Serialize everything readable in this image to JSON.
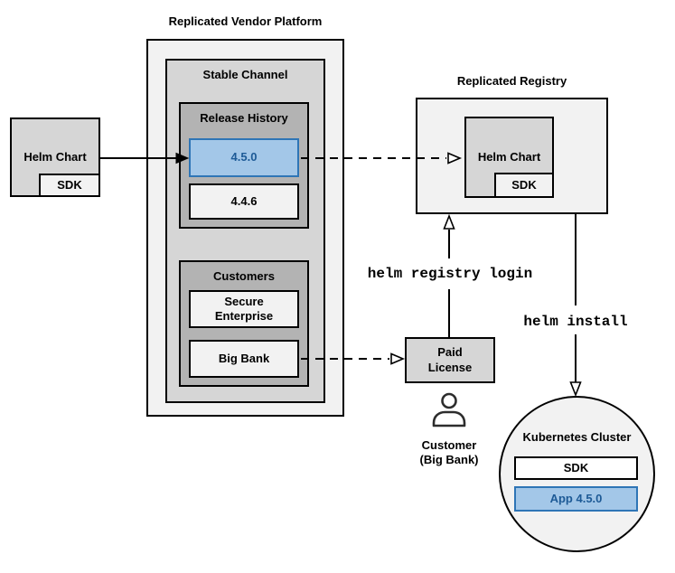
{
  "colors": {
    "box_light": "#f2f2f2",
    "box_mid": "#d6d6d6",
    "box_dark": "#b3b3b3",
    "highlight_fill": "#a3c7e8",
    "highlight_border": "#2e75b6",
    "highlight_text": "#1d5a96",
    "line": "#000000"
  },
  "platform": {
    "title": "Replicated Vendor Platform",
    "stable_channel": {
      "label": "Stable Channel"
    },
    "release_history": {
      "label": "Release History",
      "releases": [
        {
          "version": "4.5.0",
          "highlighted": true
        },
        {
          "version": "4.4.6",
          "highlighted": false
        }
      ]
    },
    "customers": {
      "label": "Customers",
      "items": [
        {
          "name": "Secure Enterprise"
        },
        {
          "name": "Big Bank"
        }
      ]
    }
  },
  "vendor_helm_chart": {
    "label": "Helm Chart",
    "sdk": "SDK"
  },
  "registry": {
    "title": "Replicated Registry",
    "helm_chart": {
      "label": "Helm Chart",
      "sdk": "SDK"
    }
  },
  "paid_license": {
    "label": "Paid License"
  },
  "customer": {
    "name": "Customer",
    "detail": "(Big Bank)",
    "icon": "person-icon"
  },
  "commands": {
    "registry_login": "helm registry login",
    "install": "helm install"
  },
  "cluster": {
    "title": "Kubernetes Cluster",
    "sdk": "SDK",
    "app": "App 4.5.0"
  }
}
